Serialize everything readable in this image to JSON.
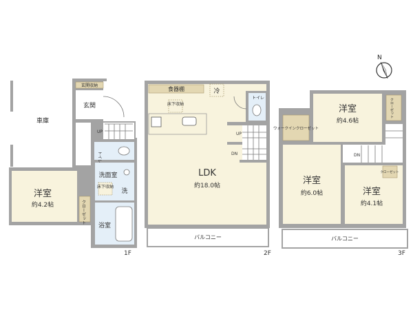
{
  "floors": {
    "f1": {
      "label": "1F",
      "garage": "車庫",
      "entrance_storage": "玄関収納",
      "entrance": "玄関",
      "stairs_up": "UP",
      "toilet": "トイレ",
      "washroom": "洗面室",
      "underfloor_storage": "床下収納",
      "washer": "洗",
      "bathroom": "浴室",
      "closet": "クローゼット",
      "room": {
        "name": "洋室",
        "size": "約4.2帖"
      }
    },
    "f2": {
      "label": "2F",
      "cupboard": "食器棚",
      "fridge": "冷",
      "underfloor_storage": "床下収納",
      "toilet": "トイレ",
      "stairs_up": "UP",
      "stairs_down": "DN",
      "room": {
        "name": "LDK",
        "size": "約18.0帖"
      },
      "balcony": "バルコニー"
    },
    "f3": {
      "label": "3F",
      "walk_in_closet": "ウォークインクローゼット",
      "closet_a": "クローゼット",
      "closet_b": "クローゼット",
      "stairs_down": "DN",
      "rooms": [
        {
          "name": "洋室",
          "size": "約4.6帖"
        },
        {
          "name": "洋室",
          "size": "約6.0帖"
        },
        {
          "name": "洋室",
          "size": "約4.1帖"
        }
      ],
      "balcony": "バルコニー"
    }
  },
  "compass": {
    "label": "N"
  },
  "colors": {
    "wall": "#a3a3a3",
    "room": "#f8f3dd",
    "wet": "#e4eff8",
    "storage": "#e3d7b2"
  }
}
